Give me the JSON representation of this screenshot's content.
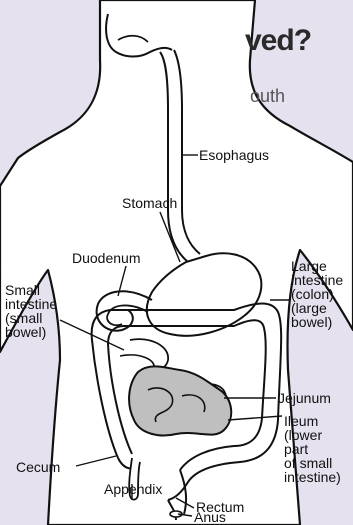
{
  "heading_partial": "ved?",
  "subheading_partial": "outh",
  "labels": {
    "esophagus": "Esophagus",
    "stomach": "Stomach",
    "duodenum": "Duodenum",
    "large_intestine": [
      "Large",
      "intestine",
      "(colon)",
      "(large",
      "bowel)"
    ],
    "small_intestine": [
      "Small",
      "intestine",
      "(small",
      "bowel)"
    ],
    "jejunum": "Jejunum",
    "ileum": [
      "Ileum",
      "(lower",
      "part",
      "of small",
      "intestine)"
    ],
    "cecum": "Cecum",
    "appendix": "Appendix",
    "rectum": "Rectum",
    "anus": "Anus"
  },
  "colors": {
    "background": "#e6e1ef",
    "body_fill": "#ffffff",
    "outline": "#111111",
    "ileum_fill": "#bfbfbf"
  }
}
